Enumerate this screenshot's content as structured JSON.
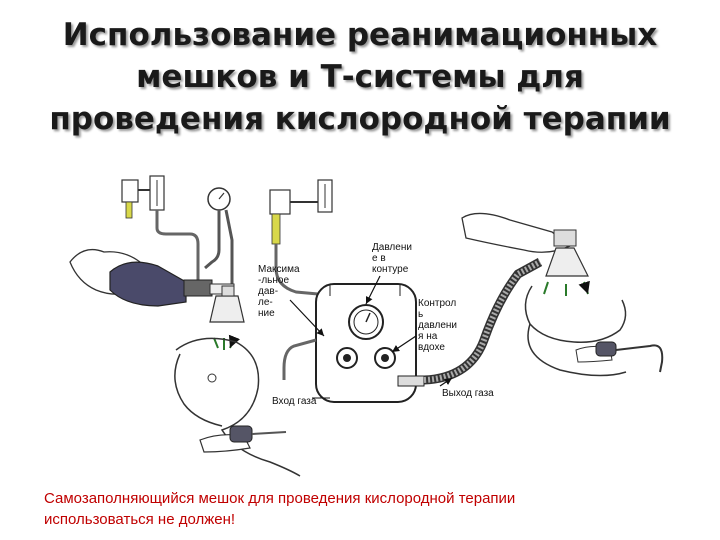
{
  "title": {
    "line1": "Использование реанимационных",
    "line2": "мешков и Т-системы для",
    "line3": "проведения кислородной терапии"
  },
  "labels": {
    "max_pressure": [
      "Максима",
      "-льное",
      "дав-",
      "ле-",
      "ние"
    ],
    "circuit_pressure": [
      "Давлени",
      "е в",
      "контуре"
    ],
    "insp_pressure_control": [
      "Контрол",
      "ь",
      "давлени",
      "я на",
      "вдохе"
    ],
    "gas_inlet": "Вход газа",
    "gas_outlet": "Выход газа"
  },
  "warning": {
    "line1": "Самозаполняющийся мешок для проведения кислородной терапии",
    "line2": "использоваться не должен!"
  },
  "colors": {
    "warning": "#c00000",
    "title_shadow": "#9a9a9a",
    "bag": "#4a4a6a",
    "wristband": "#555566"
  },
  "icons": [
    "flowmeter-icon",
    "manometer-icon",
    "t-piece-resuscitator-icon",
    "infant-icon",
    "self-inflating-bag-icon",
    "face-mask-icon",
    "hand-icon"
  ]
}
